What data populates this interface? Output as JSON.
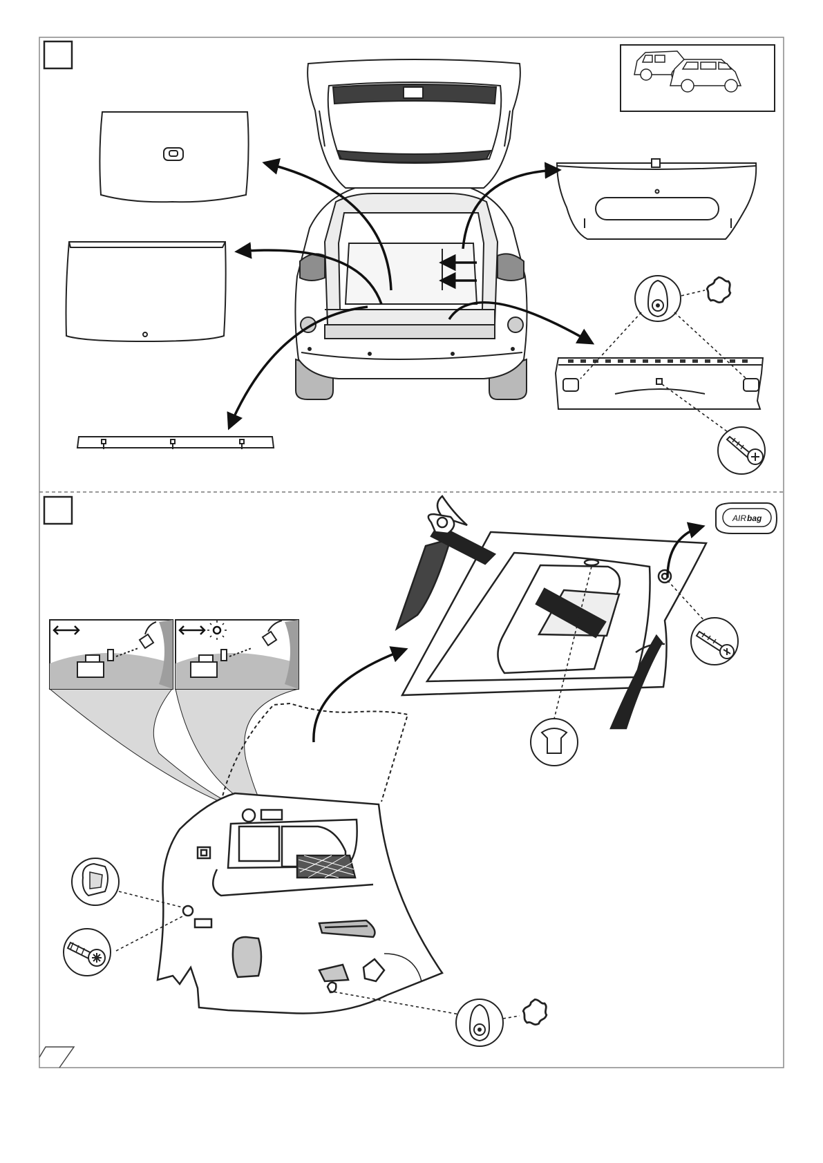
{
  "steps": [
    {
      "id": "step-1",
      "number": ""
    },
    {
      "id": "step-2",
      "number": ""
    }
  ],
  "airbag_cover": {
    "label_prefix": "AIR",
    "label_suffix": "bag"
  },
  "connector_insets": [
    {
      "id": "inset-left",
      "icon": "double-arrow-icon"
    },
    {
      "id": "inset-right",
      "icon": "double-arrow-light-icon"
    }
  ],
  "fastener_icons": [
    "torx-icon",
    "screw-icon",
    "push-clip-icon",
    "trim-clip-icon",
    "hook-clip-icon",
    "bolt-icon"
  ],
  "colors": {
    "line": "#222222",
    "fill": "#ffffff",
    "grey": "#c8c8c8",
    "shade": "#9a9a9a",
    "dark": "#3a3a3a"
  }
}
